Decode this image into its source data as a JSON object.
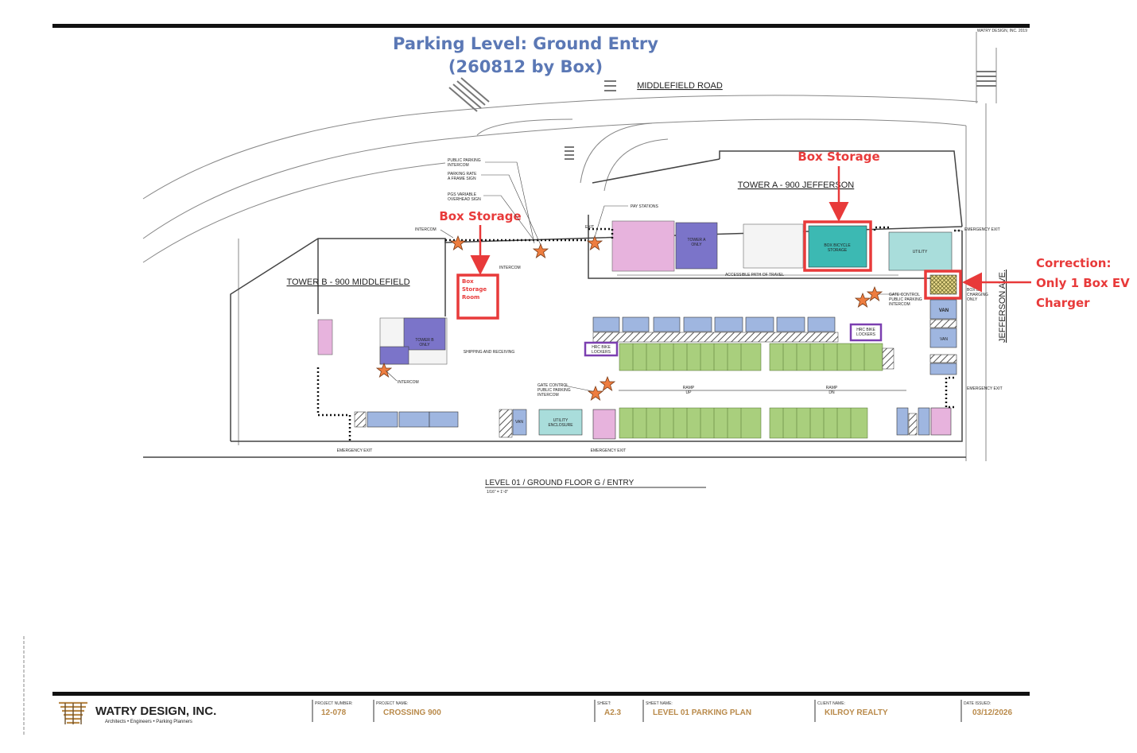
{
  "title": {
    "line1": "Parking Level:  Ground Entry",
    "line2": "(260812 by Box)"
  },
  "streets": {
    "middlefield": "MIDDLEFIELD ROAD",
    "jefferson": "JEFFERSON AVE."
  },
  "buildings": {
    "tower_a": "TOWER A - 900 JEFFERSON",
    "tower_b": "TOWER B -  900 MIDDLEFIELD"
  },
  "annotations": {
    "box_storage_top": "Box Storage",
    "box_storage_left": "Box Storage",
    "box_storage_room": [
      "Box",
      "Storage",
      "Room"
    ],
    "correction": [
      "Correction:",
      "Only 1 Box EV",
      "Charger"
    ]
  },
  "rooms": {
    "box_bicycle_storage": [
      "BOX BICYCLE",
      "STORAGE"
    ],
    "utility": "UTILITY",
    "tower_a_only": [
      "TOWER A",
      "ONLY"
    ],
    "tower_b_only": [
      "TOWER B",
      "ONLY"
    ],
    "shipping": "SHIPPING AND RECEIVING",
    "utility_enclosure": [
      "UTILITY",
      "ENCLOSURE"
    ],
    "van": "VAN",
    "hrc_bike_lockers_a": [
      "HRC BIKE",
      "LOCKERS"
    ],
    "hrc_bike_lockers_b": [
      "HRC BIKE",
      "LOCKERS"
    ],
    "ramp_up": [
      "RAMP",
      "UP"
    ],
    "ramp_dn": [
      "RAMP",
      "DN"
    ],
    "box_ev": [
      "BOX EV",
      "CHARGING",
      "ONLY"
    ]
  },
  "callouts": {
    "public_parking_intercom": [
      "PUBLIC PARKING",
      "INTERCOM"
    ],
    "parking_rate": [
      "PARKING RATE",
      "A FRAME SIGN"
    ],
    "pgs_sign": [
      "PGS VARIABLE",
      "OVERHEAD SIGN"
    ],
    "intercom": "INTERCOM",
    "pay_stations": "PAY STATIONS",
    "exit": "EXIT",
    "accessible_path": "ACCESSIBLE PATH OF TRAVEL",
    "gate_control_right": [
      "GATE CONTROL",
      "PUBLIC PARKING",
      "INTERCOM"
    ],
    "gate_control_center": [
      "GATE CONTROL",
      "PUBLIC PARKING",
      "INTERCOM"
    ],
    "emergency_exit": "EMERGENCY EXIT"
  },
  "drawing_title": "LEVEL 01 / GROUND FLOOR G  / ENTRY",
  "scale": "1/16\" = 1'-0\"",
  "copyright": "WATRY DESIGN, INC. 2019",
  "title_block": {
    "firm": "WATRY DESIGN, INC.",
    "tagline": "Architects  •  Engineers  •  Parking Planners",
    "project_number_label": "PROJECT NUMBER:",
    "project_number": "12-078",
    "project_name_label": "PROJECT NAME:",
    "project_name": "CROSSING 900",
    "sheet_label": "SHEET:",
    "sheet": "A2.3",
    "sheet_name_label": "SHEET NAME:",
    "sheet_name": "LEVEL 01 PARKING PLAN",
    "client_label": "CLIENT NAME:",
    "client": "KILROY REALTY",
    "date_label": "DATE ISSUED:",
    "date": "03/12/2026"
  },
  "colors": {
    "annotation_red": "#e83a3a",
    "title_blue": "#5b78b5",
    "parking_green": "#a9cf7d",
    "stall_blue": "#9fb6e0",
    "tower_purple": "#7b74c9",
    "lobby_pink": "#e7b3dd",
    "storage_teal": "#3cb9b3",
    "utility_cyan": "#a9dddb",
    "star_orange": "#ee7d3f",
    "titleblock_gold": "#b98a4a"
  }
}
